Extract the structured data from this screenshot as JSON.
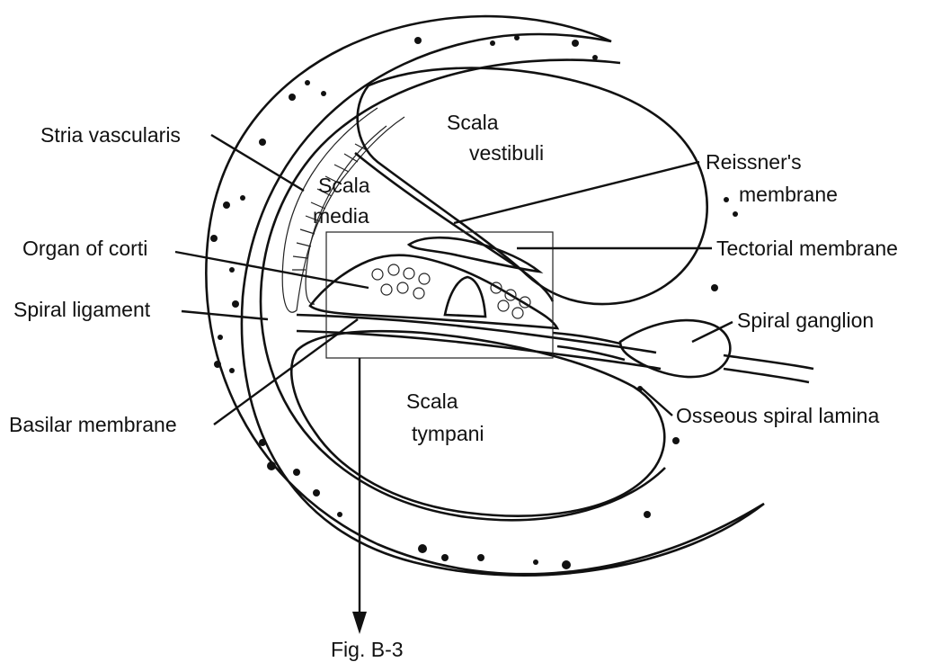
{
  "labels": {
    "stria_vascularis": "Stria vascularis",
    "organ_of_corti": "Organ of corti",
    "spiral_ligament": "Spiral ligament",
    "basilar_membrane": "Basilar membrane",
    "reissners_line1": "Reissner's",
    "reissners_line2": "membrane",
    "tectorial_membrane": "Tectorial membrane",
    "spiral_ganglion": "Spiral ganglion",
    "osseous_spiral_lamina": "Osseous spiral lamina"
  },
  "chambers": {
    "vestibuli_line1": "Scala",
    "vestibuli_line2": "vestibuli",
    "media_line1": "Scala",
    "media_line2": "media",
    "tympani_line1": "Scala",
    "tympani_line2": "tympani"
  },
  "caption": "Fig. B-3"
}
